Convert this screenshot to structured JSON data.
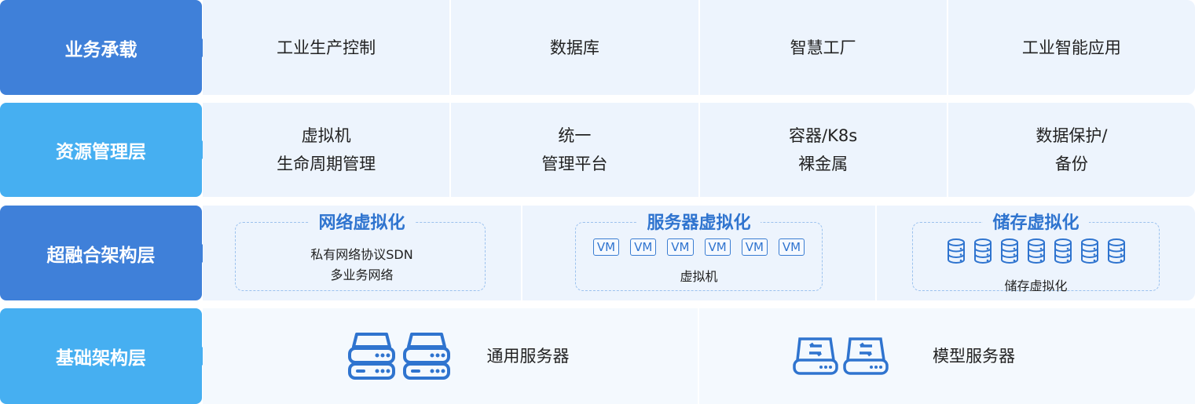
{
  "layers": [
    {
      "label": "业务承载",
      "items": [
        "工业生产控制",
        "数据库",
        "智慧工厂",
        "工业智能应用"
      ]
    },
    {
      "label": "资源管理层",
      "items": [
        [
          "虚拟机",
          "生命周期管理"
        ],
        [
          "统一",
          "管理平台"
        ],
        [
          "容器/K8s",
          "裸金属"
        ],
        [
          "数据保护/",
          "备份"
        ]
      ]
    },
    {
      "label": "超融合架构层",
      "groups": [
        {
          "title": "网络虚拟化",
          "lines": [
            "私有网络协议SDN",
            "多业务网络"
          ]
        },
        {
          "title": "服务器虚拟化",
          "vm_label": "VM",
          "vm_count": 6,
          "caption": "虚拟机"
        },
        {
          "title": "储存虚拟化",
          "disk_count": 7,
          "caption": "储存虚拟化"
        }
      ]
    },
    {
      "label": "基础架构层",
      "items": [
        {
          "icon": "server-rack-icon",
          "label": "通用服务器"
        },
        {
          "icon": "transfer-server-icon",
          "label": "模型服务器"
        }
      ]
    }
  ],
  "colors": {
    "dark": "#3f80d9",
    "light": "#46aff1",
    "accent": "#2f74cf"
  }
}
